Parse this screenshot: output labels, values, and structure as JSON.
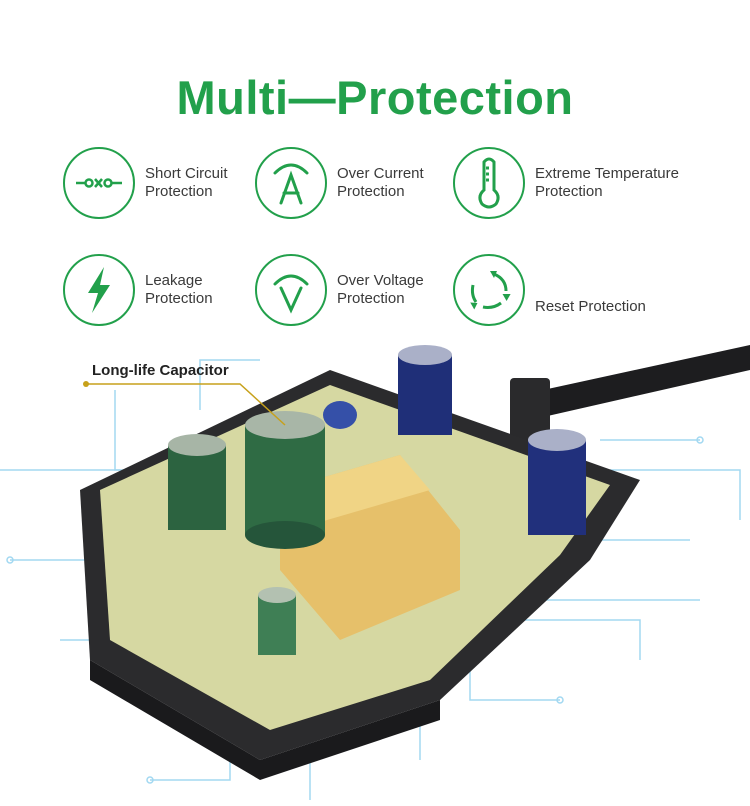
{
  "title": "Multi—Protection",
  "brand_color": "#22a04b",
  "features": [
    {
      "icon": "short-circuit-icon",
      "line1": "Short Circuit",
      "line2": "Protection"
    },
    {
      "icon": "ammeter-icon",
      "line1": "Over Current",
      "line2": "Protection"
    },
    {
      "icon": "thermometer-icon",
      "line1": "Extreme Temperature",
      "line2": "Protection"
    },
    {
      "icon": "lightning-icon",
      "line1": "Leakage",
      "line2": "Protection"
    },
    {
      "icon": "voltmeter-icon",
      "line1": "Over Voltage",
      "line2": "Protection"
    },
    {
      "icon": "reset-cycle-icon",
      "line1": "",
      "line2": "Reset Protection"
    }
  ],
  "callout": "Long-life Capacitor"
}
